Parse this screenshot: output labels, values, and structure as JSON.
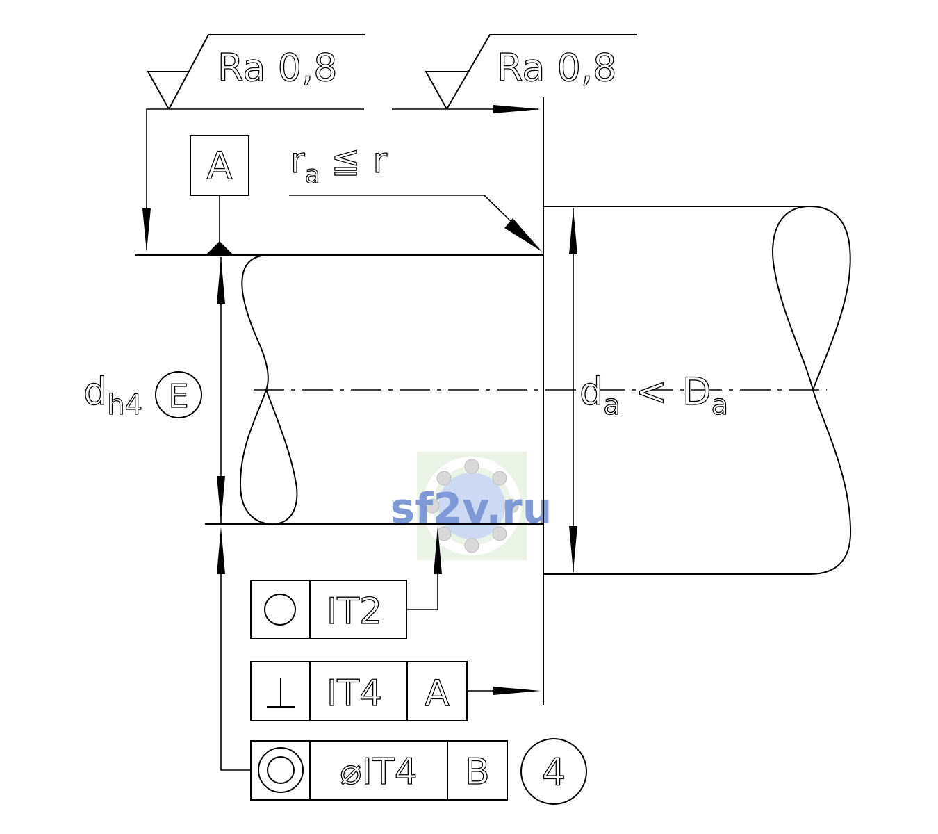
{
  "surface_finish": {
    "left": "Ra 0,8",
    "right": "Ra 0,8"
  },
  "datum_a": "A",
  "radius_note": {
    "r_main": "r",
    "r_sub": "a",
    "r_rhs": "r",
    "relation": "≦"
  },
  "shaft_dim": {
    "main": "d",
    "sub": "h4",
    "envelope": "E"
  },
  "housing_dim": {
    "main_left": "d",
    "sub_left": "a",
    "relation": "<",
    "main_right": "D",
    "sub_right": "a"
  },
  "fcf_round": {
    "symbol": "○",
    "tol": "IT2"
  },
  "fcf_perp": {
    "symbol": "⊥",
    "tol": "IT4",
    "datum": "A"
  },
  "fcf_conc": {
    "symbol": "◎",
    "tol": "⌀IT4",
    "datum": "B",
    "note": "4"
  },
  "watermark": {
    "text": "sf2v.ru",
    "color": "#7f99d6"
  }
}
